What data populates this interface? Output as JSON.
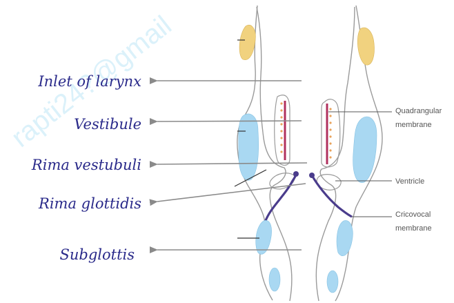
{
  "watermark": "rapti24?@gmail",
  "labels_left": {
    "inlet": "Inlet of larynx",
    "vestibule": "Vestibule",
    "rima_vestibuli": "Rima vestubuli",
    "rima_glottidis": "Rima glottidis",
    "subglottis": "Subglottis"
  },
  "labels_right": {
    "quadrangular_line1": "Quadrangular",
    "quadrangular_line2": "membrane",
    "ventricle": "Ventricle",
    "cricovocal_line1": "Cricovocal",
    "cricovocal_line2": "membrane"
  },
  "colors": {
    "cartilage_blue": "#a9d8f2",
    "epiglottis_yellow": "#f1d27f",
    "membrane_purple": "#4a3c8c",
    "quadrangular_red": "#b0305e",
    "arrow_grey": "#8a8a8a",
    "handwriting_blue": "#2a2a8a"
  }
}
